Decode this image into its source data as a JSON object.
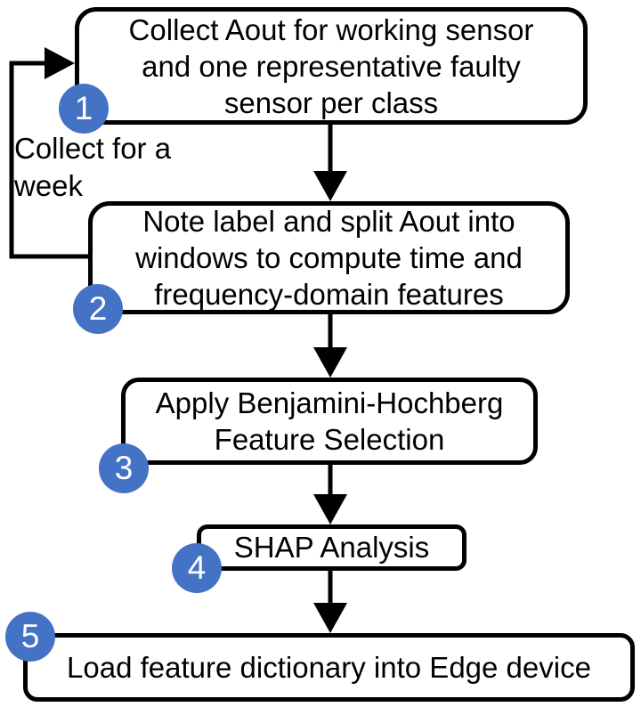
{
  "figure": {
    "type": "flowchart",
    "direction": "top-down",
    "nodes": [
      {
        "step": "1",
        "lines": [
          "Collect Aout for working sensor",
          "and one representative faulty",
          "sensor per class"
        ]
      },
      {
        "step": "2",
        "lines": [
          "Note label and split Aout into",
          "windows to compute time and",
          "frequency-domain features"
        ]
      },
      {
        "step": "3",
        "lines": [
          "Apply Benjamini-Hochberg",
          "Feature Selection"
        ]
      },
      {
        "step": "4",
        "lines": [
          "SHAP Analysis"
        ]
      },
      {
        "step": "5",
        "lines": [
          "Load feature dictionary into Edge device"
        ]
      }
    ],
    "edges": [
      {
        "from": "1",
        "to": "2",
        "label": ""
      },
      {
        "from": "2",
        "to": "3",
        "label": ""
      },
      {
        "from": "3",
        "to": "4",
        "label": ""
      },
      {
        "from": "4",
        "to": "5",
        "label": ""
      },
      {
        "from": "2",
        "to": "1",
        "label": "Collect for a week"
      }
    ],
    "loop_label": "Collect for a week"
  },
  "colors": {
    "badge": "#4472c4",
    "badge_text": "#ffffff",
    "line": "#000000",
    "node_bg": "#ffffff",
    "node_border": "#000000"
  }
}
